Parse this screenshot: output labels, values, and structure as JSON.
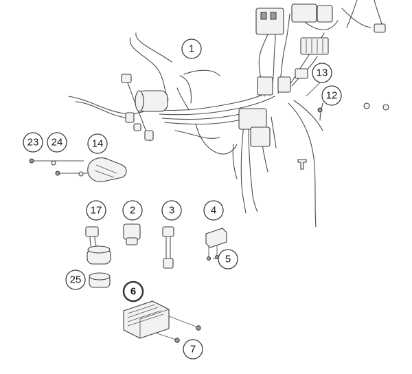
{
  "diagram": {
    "highlight_color": "#e36b12",
    "callouts": [
      {
        "id": "c1",
        "label": "1",
        "highlight": false
      },
      {
        "id": "c2",
        "label": "2",
        "highlight": false
      },
      {
        "id": "c3",
        "label": "3",
        "highlight": false
      },
      {
        "id": "c4",
        "label": "4",
        "highlight": false
      },
      {
        "id": "c5",
        "label": "5",
        "highlight": false
      },
      {
        "id": "c6",
        "label": "6",
        "highlight": true
      },
      {
        "id": "c7",
        "label": "7",
        "highlight": false
      },
      {
        "id": "c12",
        "label": "12",
        "highlight": false
      },
      {
        "id": "c13",
        "label": "13",
        "highlight": false
      },
      {
        "id": "c14",
        "label": "14",
        "highlight": false
      },
      {
        "id": "c17",
        "label": "17",
        "highlight": false
      },
      {
        "id": "c23",
        "label": "23",
        "highlight": false
      },
      {
        "id": "c24",
        "label": "24",
        "highlight": false
      },
      {
        "id": "c25",
        "label": "25",
        "highlight": false
      }
    ]
  }
}
